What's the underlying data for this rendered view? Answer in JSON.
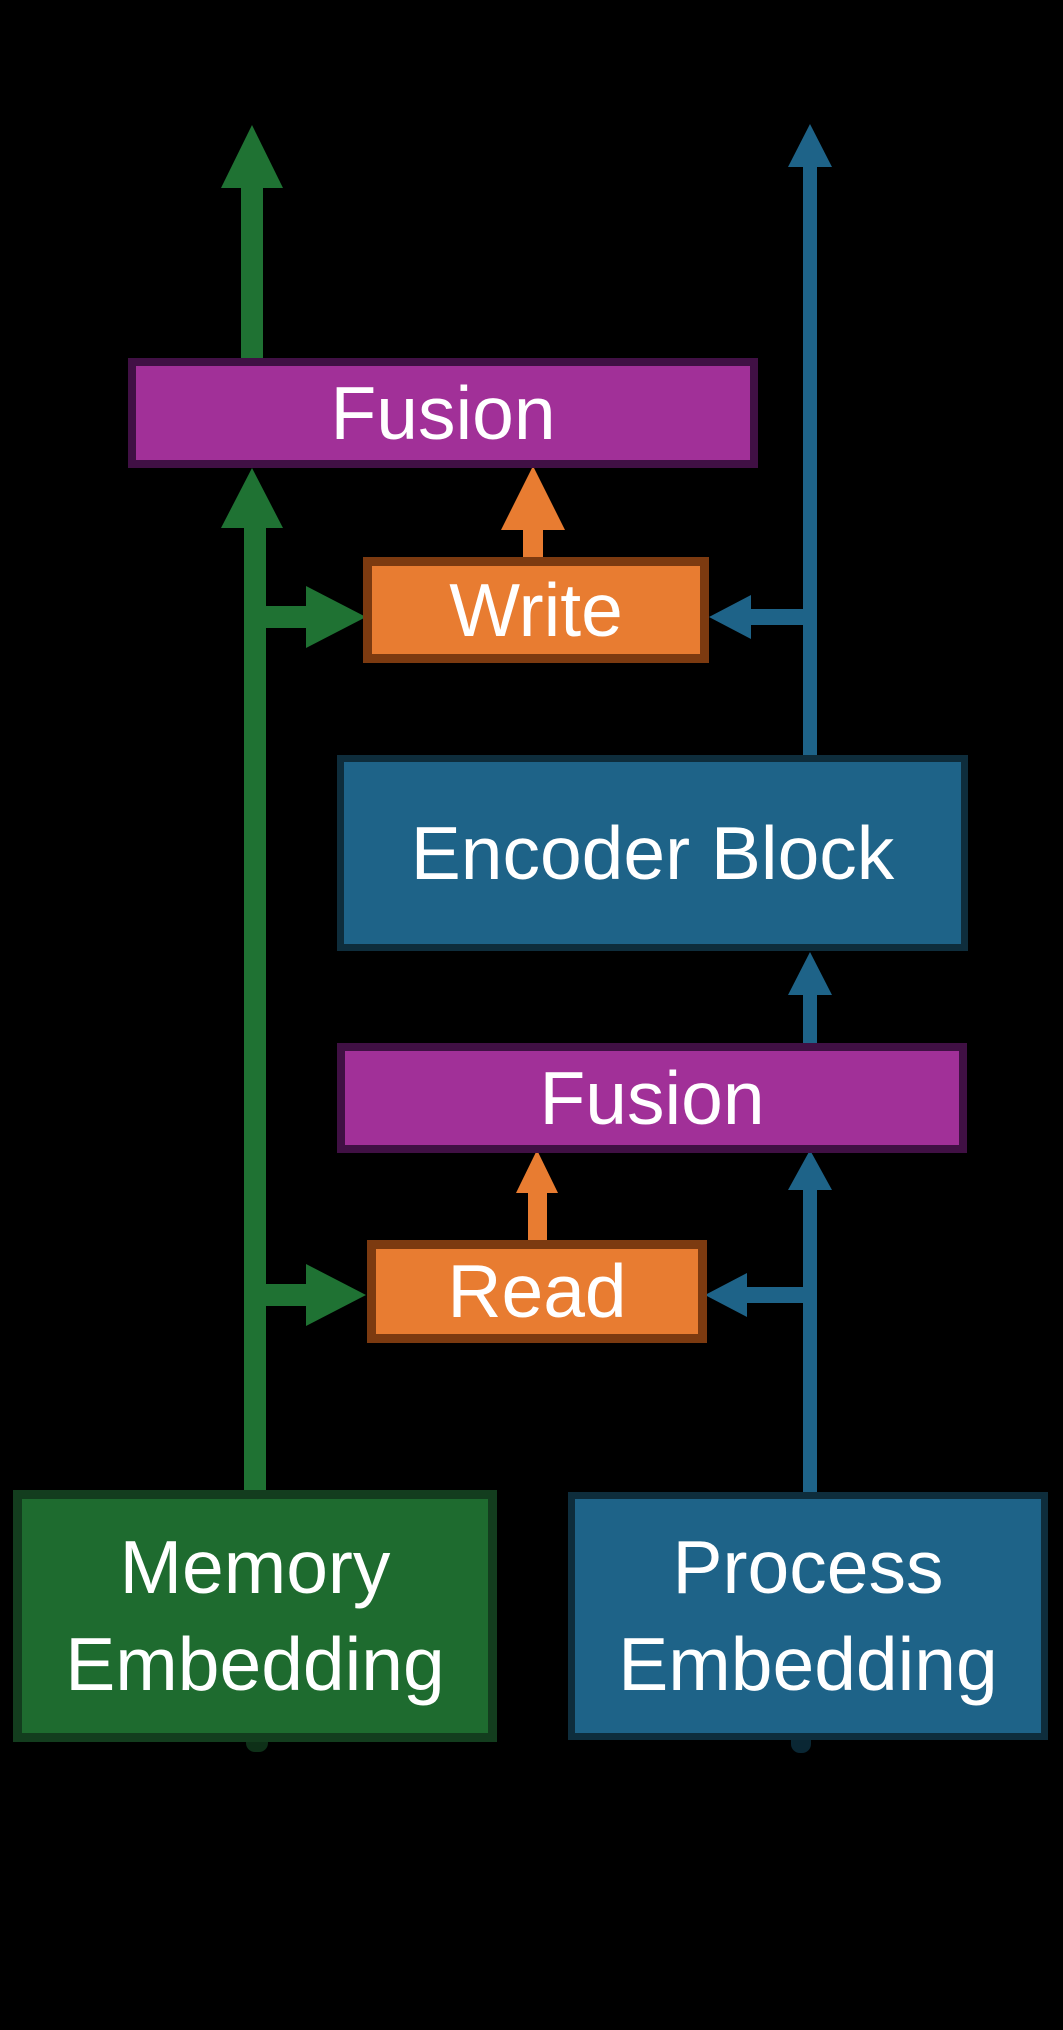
{
  "palette": {
    "bg": "#000000",
    "text": "#ffffff",
    "green_fill": "#1e6b2f",
    "green_border": "#133d1e",
    "green_line": "#1f7233",
    "blue_fill": "#1e6388",
    "blue_border": "#0e2d3c",
    "blue_line": "#1e6388",
    "orange_fill": "#e87c31",
    "orange_border": "#7c3a10",
    "purple_fill": "#a13098",
    "purple_border": "#401044",
    "green_stub": "#0e3018",
    "blue_stub": "#0a2734"
  },
  "nodes": {
    "fusion_top": {
      "label": "Fusion"
    },
    "write": {
      "label": "Write"
    },
    "encoder_block": {
      "label": "Encoder Block"
    },
    "fusion_mid": {
      "label": "Fusion"
    },
    "read": {
      "label": "Read"
    },
    "memory_embedding": {
      "label": "Memory\nEmbedding"
    },
    "process_embedding": {
      "label": "Process\nEmbedding"
    }
  },
  "edges": [
    {
      "from": "memory_embedding",
      "to": "fusion_top",
      "color": "green"
    },
    {
      "from": "memory_embedding",
      "to": "write",
      "color": "green"
    },
    {
      "from": "memory_embedding",
      "to": "read",
      "color": "green"
    },
    {
      "from": "fusion_top",
      "to": "memory_output",
      "color": "green"
    },
    {
      "from": "process_embedding",
      "to": "fusion_mid",
      "color": "blue"
    },
    {
      "from": "process_embedding",
      "to": "read",
      "color": "blue"
    },
    {
      "from": "fusion_mid",
      "to": "encoder_block",
      "color": "blue"
    },
    {
      "from": "encoder_block",
      "to": "write",
      "color": "blue"
    },
    {
      "from": "encoder_block",
      "to": "process_output",
      "color": "blue"
    },
    {
      "from": "write",
      "to": "fusion_top",
      "color": "orange"
    },
    {
      "from": "read",
      "to": "fusion_mid",
      "color": "orange"
    }
  ]
}
